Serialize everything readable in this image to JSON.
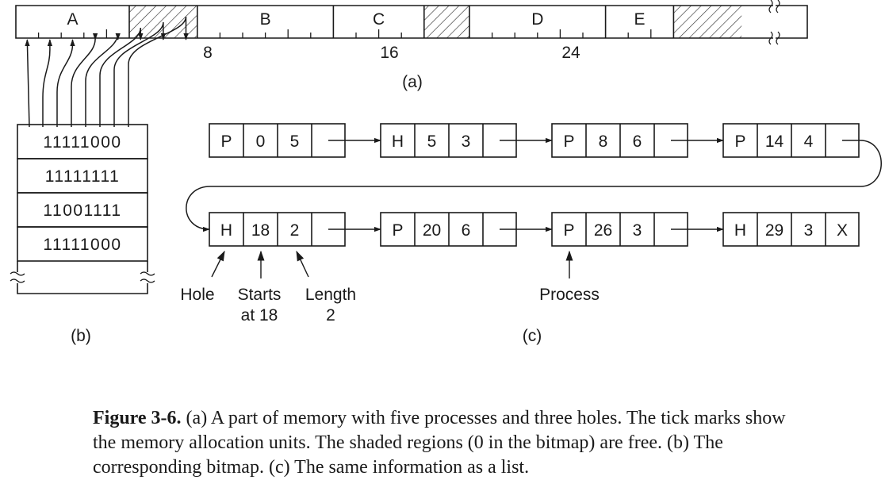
{
  "memory": {
    "units": 32,
    "segments": [
      {
        "type": "P",
        "label": "A",
        "start": 0,
        "length": 5
      },
      {
        "type": "H",
        "label": "",
        "start": 5,
        "length": 3
      },
      {
        "type": "P",
        "label": "B",
        "start": 8,
        "length": 6
      },
      {
        "type": "P",
        "label": "C",
        "start": 14,
        "length": 4
      },
      {
        "type": "H",
        "label": "",
        "start": 18,
        "length": 2
      },
      {
        "type": "P",
        "label": "D",
        "start": 20,
        "length": 6
      },
      {
        "type": "P",
        "label": "E",
        "start": 26,
        "length": 3
      },
      {
        "type": "H",
        "label": "",
        "start": 29,
        "length": 3
      }
    ],
    "axis_labels": [
      "8",
      "16",
      "24"
    ],
    "part_label": "(a)"
  },
  "bitmap": {
    "rows": [
      "11111000",
      "11111111",
      "11001111",
      "11111000"
    ],
    "part_label": "(b)"
  },
  "list": {
    "nodes": [
      {
        "type": "P",
        "start": "0",
        "length": "5"
      },
      {
        "type": "H",
        "start": "5",
        "length": "3"
      },
      {
        "type": "P",
        "start": "8",
        "length": "6"
      },
      {
        "type": "P",
        "start": "14",
        "length": "4"
      },
      {
        "type": "H",
        "start": "18",
        "length": "2"
      },
      {
        "type": "P",
        "start": "20",
        "length": "6"
      },
      {
        "type": "P",
        "start": "26",
        "length": "3"
      },
      {
        "type": "H",
        "start": "29",
        "length": "3"
      }
    ],
    "end_marker": "X",
    "annotations": {
      "hole": "Hole",
      "starts_line1": "Starts",
      "starts_line2": "at 18",
      "length_line1": "Length",
      "length_line2": "2",
      "process": "Process"
    },
    "part_label": "(c)"
  },
  "caption": {
    "label": "Figure 3-6.",
    "text": " (a) A part of memory with five processes and three holes. The tick marks show the memory allocation units. The shaded regions (0 in the bitmap) are free. (b) The corresponding bitmap. (c) The same information as a list."
  }
}
